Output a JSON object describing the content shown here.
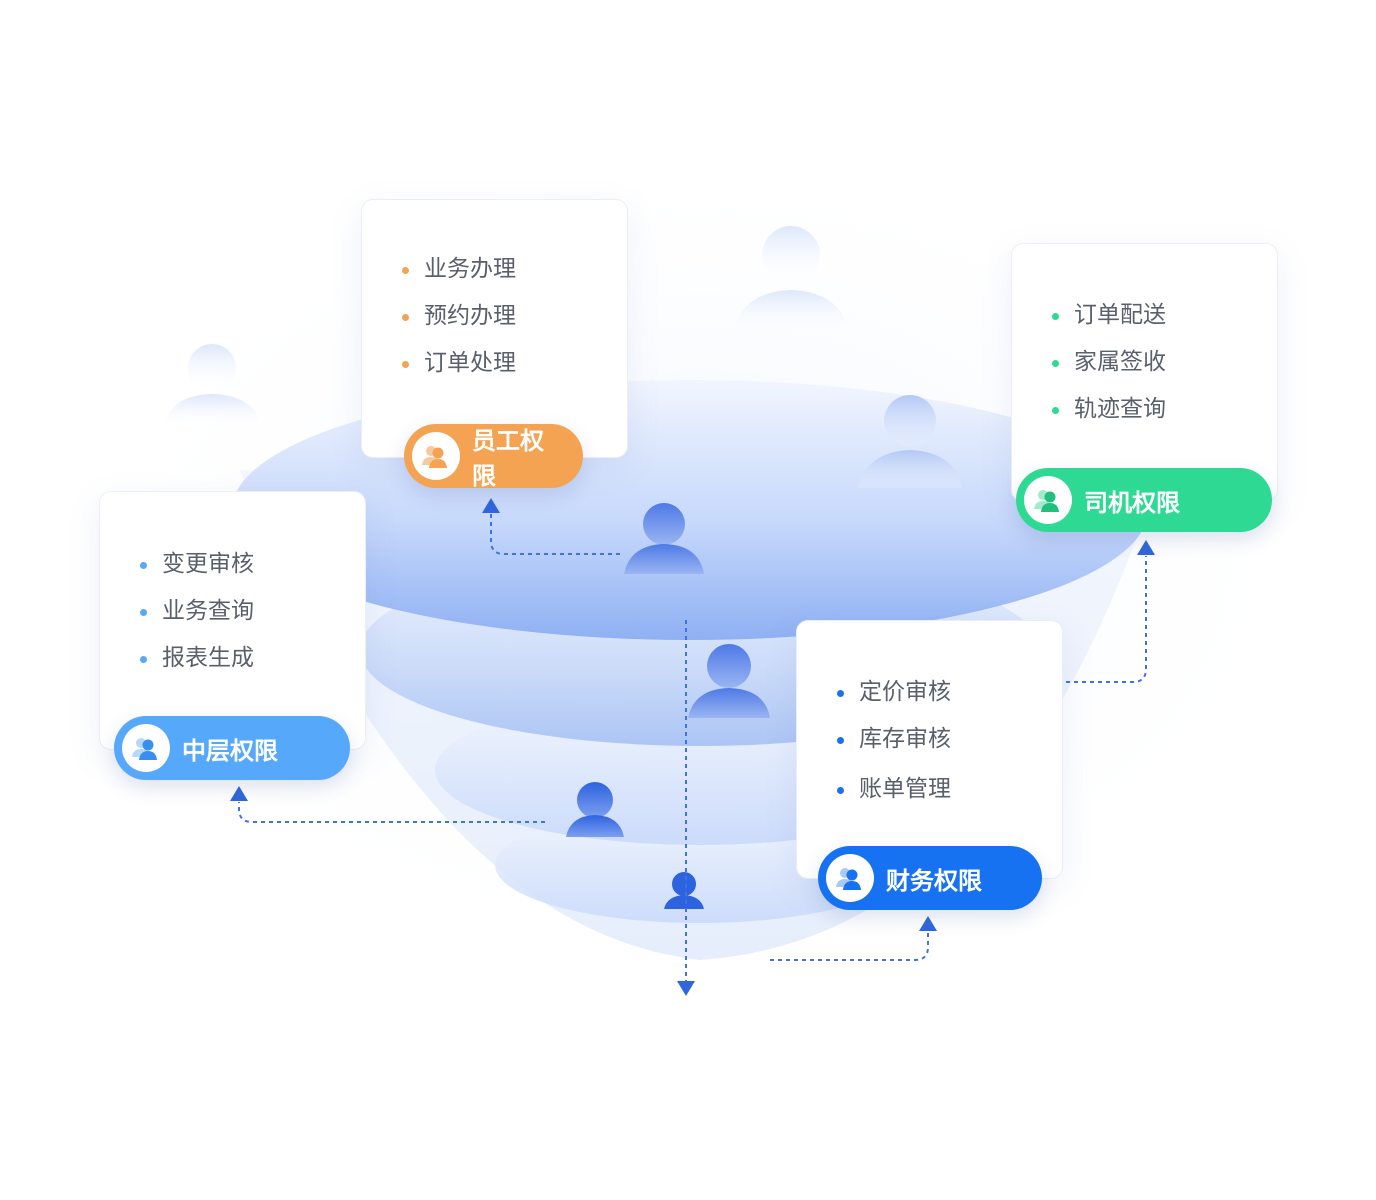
{
  "colors": {
    "orange": "#f3a352",
    "green": "#2ed993",
    "light_blue": "#56a8fb",
    "blue": "#1772f2",
    "link": "#3f73e0"
  },
  "roles": {
    "staff": {
      "label": "员工权限",
      "icon": "users-icon",
      "items": [
        "业务办理",
        "预约办理",
        "订单处理"
      ]
    },
    "driver": {
      "label": "司机权限",
      "icon": "users-icon",
      "items": [
        "订单配送",
        "家属签收",
        "轨迹查询"
      ]
    },
    "middle": {
      "label": "中层权限",
      "icon": "users-icon",
      "items": [
        "变更审核",
        "业务查询",
        "报表生成"
      ]
    },
    "finance": {
      "label": "财务权限",
      "icon": "users-icon",
      "items": [
        "定价审核",
        "库存审核",
        "账单管理"
      ]
    }
  }
}
